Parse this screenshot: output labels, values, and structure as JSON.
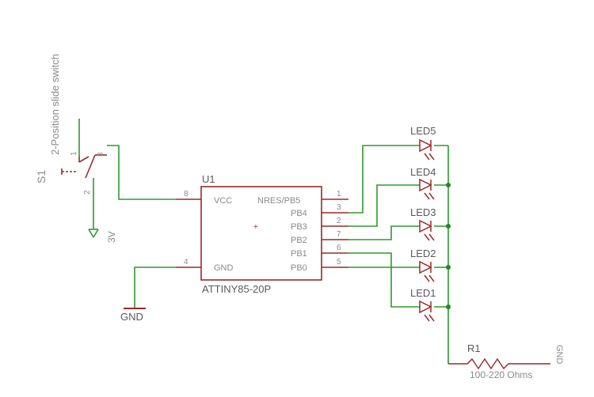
{
  "switch": {
    "ref": "S1",
    "description": "2-Position slide switch",
    "pin1": "1",
    "pin2": "2",
    "pin3": "3",
    "supply": "3V"
  },
  "chip": {
    "ref": "U1",
    "part": "ATTINY85-20P",
    "pins_left": [
      {
        "number": "8",
        "name": "VCC"
      },
      {
        "number": "4",
        "name": "GND"
      }
    ],
    "pins_right": [
      {
        "number": "1",
        "name": "NRES/PB5"
      },
      {
        "number": "3",
        "name": "PB4"
      },
      {
        "number": "2",
        "name": "PB3"
      },
      {
        "number": "7",
        "name": "PB2"
      },
      {
        "number": "6",
        "name": "PB1"
      },
      {
        "number": "5",
        "name": "PB0"
      }
    ]
  },
  "ground": {
    "label": "GND"
  },
  "leds": [
    "LED5",
    "LED4",
    "LED3",
    "LED2",
    "LED1"
  ],
  "resistor": {
    "ref": "R1",
    "value": "100-220 Ohms",
    "gnd_label": "GND"
  },
  "colors": {
    "wire": "#2d9b2d",
    "component": "#9a2a2a",
    "label": "#8a8a8a",
    "junction": "#1f8a1f"
  }
}
